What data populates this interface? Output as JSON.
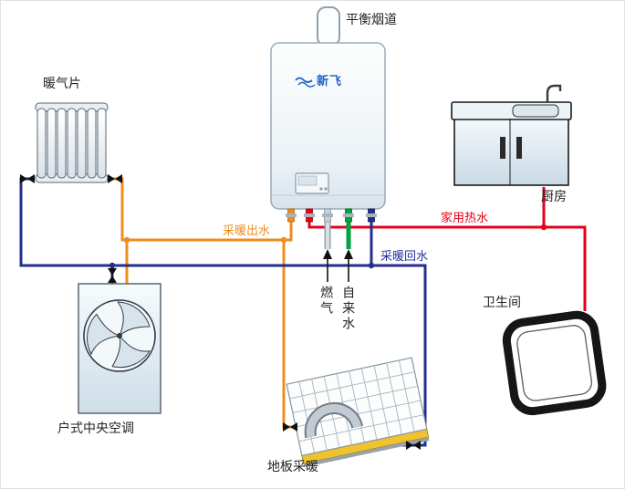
{
  "diagram": {
    "type": "home-heating-system-schematic",
    "labels": {
      "flue": "平衡烟道",
      "radiator": "暖气片",
      "kitchen": "厨房",
      "domestic_hot_water": "家用热水",
      "heating_supply": "采暖出水",
      "heating_return": "采暖回水",
      "gas": "燃气",
      "tap_water": "自来水",
      "bathroom": "卫生间",
      "central_ac": "户式中央空调",
      "floor_heating": "地板采暖",
      "boiler_logo": "新飞"
    },
    "colors": {
      "heating_supply_pipe": "#F08C1E",
      "heating_return_pipe": "#232F8E",
      "domestic_hot_water_pipe": "#E60018",
      "gas_pipe": "#C9D1D8",
      "tap_water_pipe": "#00A43C",
      "outline": "#1A1A1A",
      "label_text": "#222222",
      "logo_blue": "#1B63C8"
    }
  }
}
